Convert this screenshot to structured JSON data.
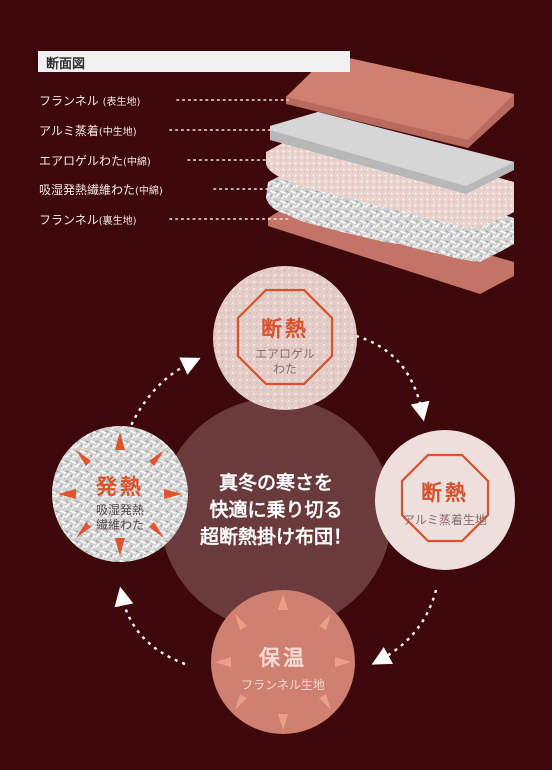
{
  "diagram": {
    "title": "断面図",
    "layers": [
      {
        "name": "フランネル",
        "note": "(表生地)"
      },
      {
        "name": "アルミ蒸着",
        "note": "(中生地)"
      },
      {
        "name": "エアロゲルわた",
        "note": "(中綿)"
      },
      {
        "name": "吸湿発熱繊維わた",
        "note": "(中綿)"
      },
      {
        "name": "フランネル",
        "note": "(裏生地)"
      }
    ]
  },
  "cycle": {
    "top": {
      "title": "断熱",
      "line1": "エアロゲル",
      "line2": "わた"
    },
    "right": {
      "title": "断熱",
      "line1": "アルミ蒸着生地"
    },
    "bottom": {
      "title": "保温",
      "line1": "フランネル生地"
    },
    "left": {
      "title": "発熱",
      "line1": "吸湿発熱",
      "line2": "繊維わた"
    }
  },
  "center": {
    "line1": "真冬の寒さを",
    "line2": "快適に乗り切る",
    "line3": "超断熱掛け布団！"
  },
  "colors": {
    "background": "#3e0709",
    "accent": "#d8522c",
    "flannel": "#cf8070",
    "center": "#6a3a3c"
  }
}
